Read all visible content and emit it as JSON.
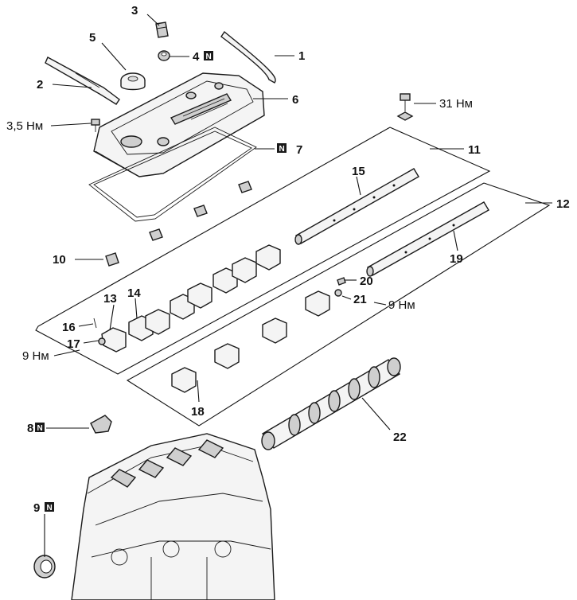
{
  "callouts": {
    "c1": "1",
    "c2": "2",
    "c3": "3",
    "c4": "4",
    "c5": "5",
    "c6": "6",
    "c7": "7",
    "c8": "8",
    "c9": "9",
    "c10": "10",
    "c11": "11",
    "c12": "12",
    "c13": "13",
    "c14": "14",
    "c15": "15",
    "c16": "16",
    "c17": "17",
    "c18": "18",
    "c19": "19",
    "c20": "20",
    "c21": "21",
    "c22": "22"
  },
  "torques": {
    "t_31": "31 Нм",
    "t_35": "3,5 Нм",
    "t_9a": "9 Нм",
    "t_9b": "9 Нм"
  },
  "new_part_marker": "N"
}
